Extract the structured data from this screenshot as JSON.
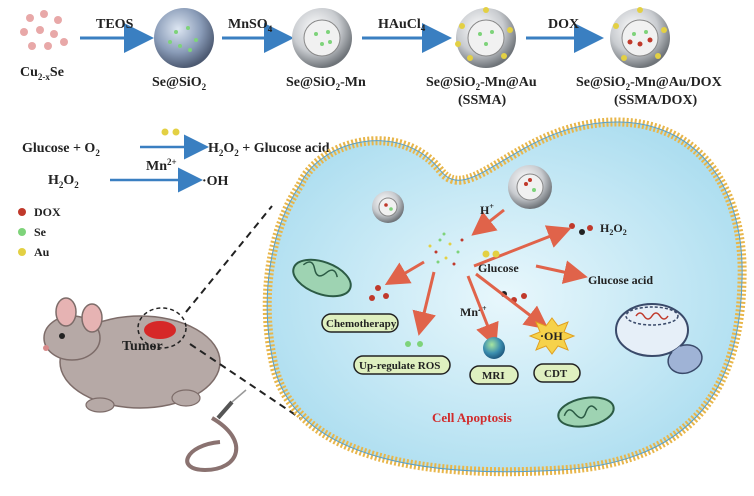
{
  "synthesis": {
    "steps": [
      {
        "label": "Cu",
        "sub": "2-x",
        "label2": "Se"
      },
      {
        "label": "Se@SiO",
        "sub": "2",
        "label2": ""
      },
      {
        "label": "Se@SiO",
        "sub": "2",
        "label2": "-Mn"
      },
      {
        "label": "Se@SiO",
        "sub": "2",
        "label2": "-Mn@Au",
        "note": "(SSMA)"
      },
      {
        "label": "Se@SiO",
        "sub": "2",
        "label2": "-Mn@Au/DOX",
        "note": "(SSMA/DOX)"
      }
    ],
    "reagents": [
      {
        "text": "TEOS",
        "sub": ""
      },
      {
        "text": "MnSO",
        "sub": "4"
      },
      {
        "text": "HAuCl",
        "sub": "4"
      },
      {
        "text": "DOX",
        "sub": ""
      }
    ]
  },
  "reactions": {
    "r1": {
      "left": "Glucose + O",
      "left_sub": "2",
      "right": "H",
      "right_sub": "2",
      "right2": "O",
      "right_sub2": "2",
      "right3": " + Glucose acid"
    },
    "r2": {
      "left": "H",
      "left_sub": "2",
      "left2": "O",
      "left_sub2": "2",
      "catalyst": "Mn",
      "catalyst_sup": "2+",
      "right": "·OH"
    }
  },
  "legend": [
    {
      "label": "DOX",
      "color": "#c0392b"
    },
    {
      "label": "Se",
      "color": "#7ed37a"
    },
    {
      "label": "Au",
      "color": "#e3d043"
    }
  ],
  "mouse": {
    "tumor_label": "Tumor"
  },
  "cell": {
    "h_plus": "H",
    "h_plus_sup": "+",
    "h2o2": "H",
    "h2o2_sub": "2",
    "h2o2_2": "O",
    "h2o2_sub2": "2",
    "glucose": "Glucose",
    "glucose_acid": "Glucose acid",
    "mn": "Mn",
    "mn_sup": "2+",
    "oh": "·OH",
    "chemotherapy": "Chemotherapy",
    "up_regulate": "Up-regulate ROS",
    "mri": "MRI",
    "cdt": "CDT",
    "apoptosis": "Cell Apoptosis"
  },
  "colors": {
    "arrow_blue": "#3a7fc1",
    "arrow_red": "#e0634a",
    "pill_fill": "#dff0c0",
    "membrane": "#e8b64a",
    "cell_fill": "#bfe6f5",
    "apoptosis_text": "#d12b2b"
  }
}
